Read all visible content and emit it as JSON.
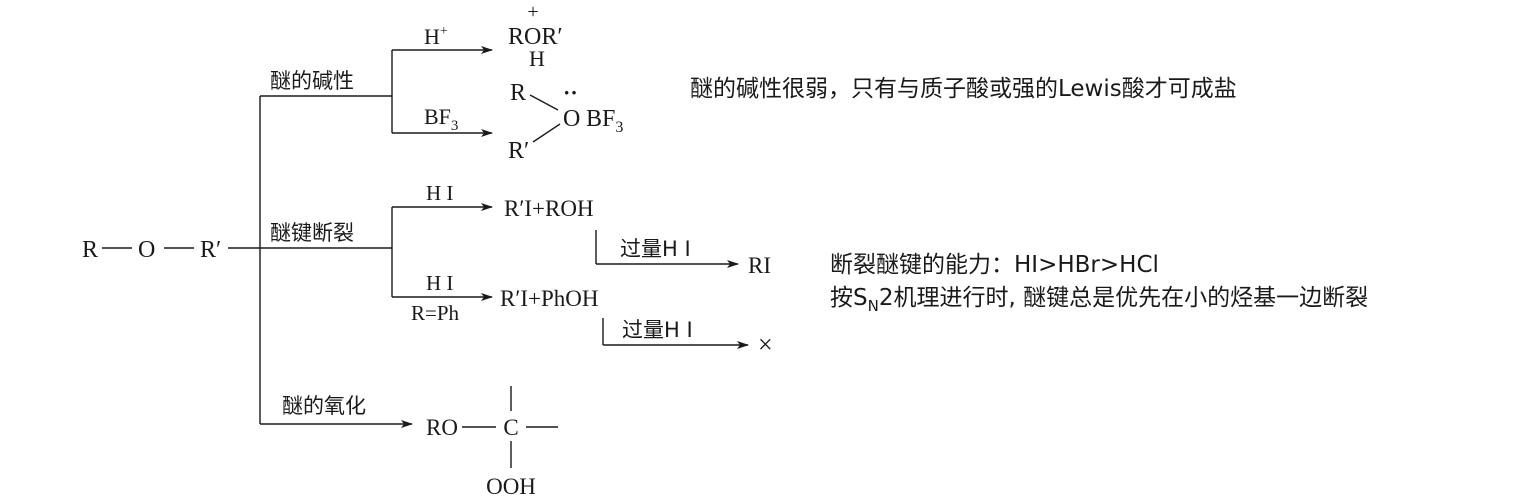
{
  "left": {
    "R": "R",
    "O": "O",
    "Rp": "R′"
  },
  "basicity": {
    "label": "醚的碱性",
    "h_reagent": "H",
    "h_sup": "+",
    "oxonium_plus": "+",
    "oxonium_ror": "ROR′",
    "oxonium_h": "H",
    "bf3_reagent": "BF",
    "bf3_sub": "3",
    "complex_R": "R",
    "complex_dots": "··",
    "complex_O": "O",
    "complex_BF": "BF",
    "complex_sub": "3",
    "complex_Rp": "R′",
    "note": "醚的碱性很弱，只有与质子酸或强的Lewis酸才可成盐"
  },
  "cleavage": {
    "label": "醚键断裂",
    "hi_top": "H I",
    "prod1": "R′I+ROH",
    "excess1": "过量H I",
    "prod1b": "RI",
    "hi_bottom": "H I",
    "cond": "R=Ph",
    "prod2": "R′I+PhOH",
    "excess2": "过量H I",
    "prod2b": "×",
    "note1": "断裂醚键的能力：HI>HBr>HCl",
    "note2_a": "按S",
    "note2_sub": "N",
    "note2_b": "2机理进行时, 醚键总是优先在小的烃基一边断裂"
  },
  "oxidation": {
    "label": "醚的氧化",
    "prod_ro": "RO",
    "prod_c": "C",
    "prod_ooh": "OOH"
  }
}
